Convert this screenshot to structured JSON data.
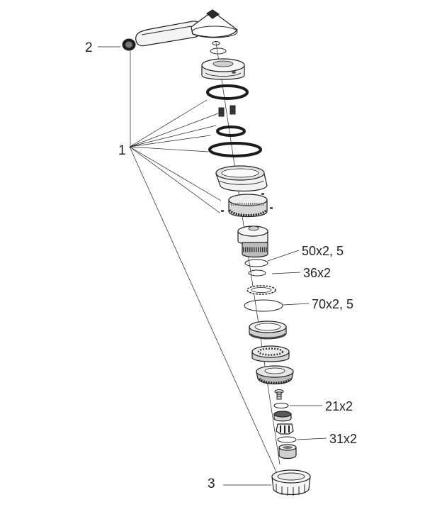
{
  "diagram": {
    "callouts": [
      {
        "id": "1",
        "label": "1"
      },
      {
        "id": "2",
        "label": "2"
      },
      {
        "id": "3",
        "label": "3"
      }
    ],
    "seal_sizes": [
      {
        "id": "s1",
        "label": "50x2, 5"
      },
      {
        "id": "s2",
        "label": "36x2"
      },
      {
        "id": "s3",
        "label": "70x2, 5"
      },
      {
        "id": "s4",
        "label": "21x2"
      },
      {
        "id": "s5",
        "label": "31x2"
      }
    ]
  }
}
